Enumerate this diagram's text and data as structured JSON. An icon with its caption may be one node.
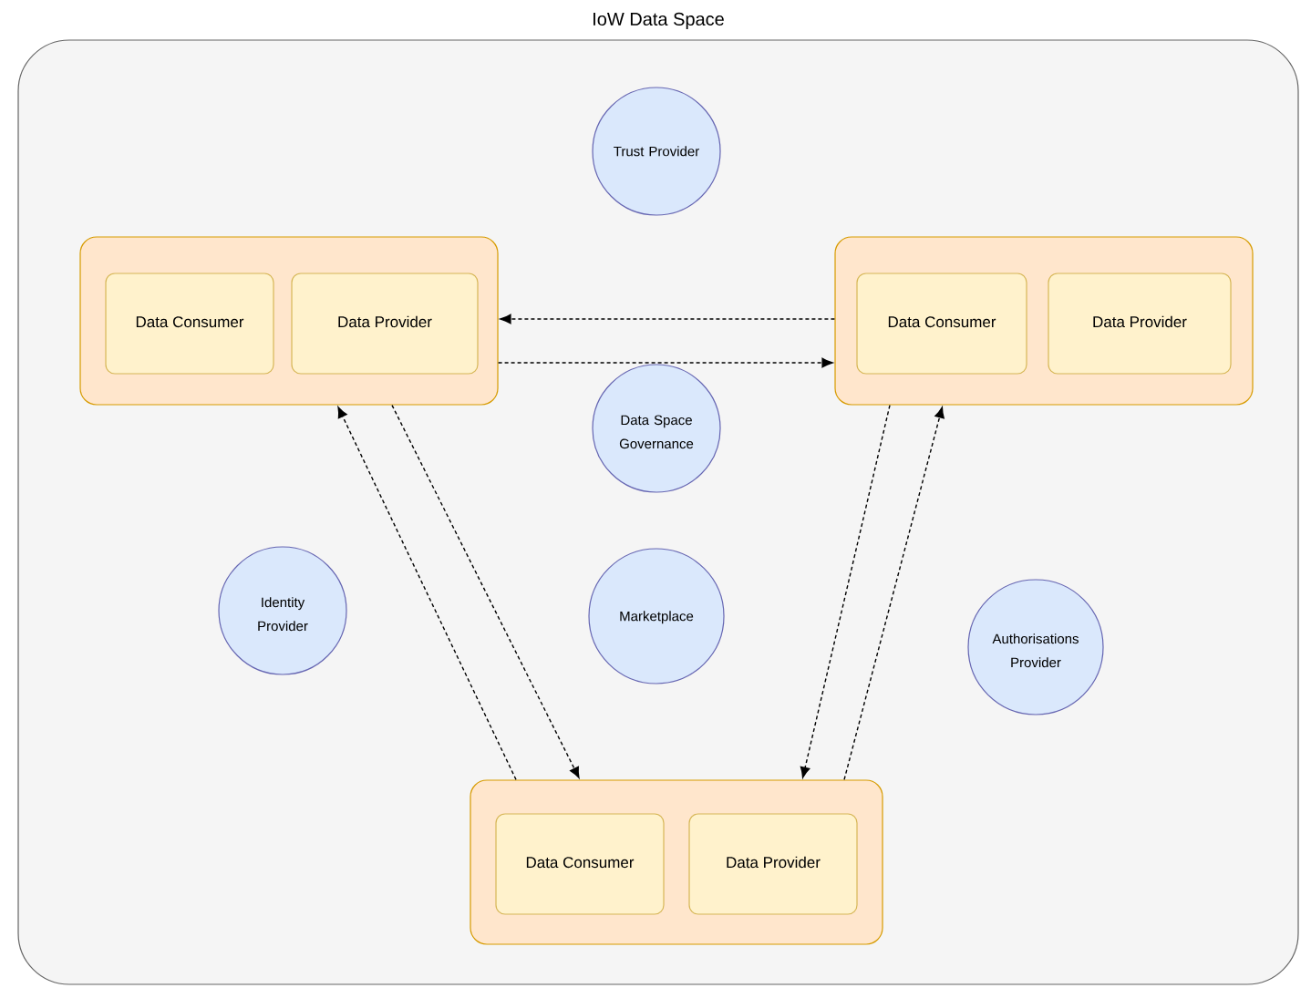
{
  "diagram": {
    "nodes": [
      {
        "text": [
          "IoW Data Space"
        ]
      },
      {
        "text": [
          "Trust Provider"
        ],
        "in": 0
      },
      {
        "text": [],
        "shape": "box",
        "in": 0
      },
      {
        "text": [
          "Data Consumer"
        ],
        "in": 2
      },
      {
        "text": [
          "Data Provider"
        ],
        "in": 2
      },
      {
        "text": [],
        "shape": "box",
        "in": 0
      },
      {
        "text": [
          "Data Consumer"
        ],
        "in": 5
      },
      {
        "text": [
          "Data Provider"
        ],
        "in": 5
      },
      {
        "text": [
          "Data Space Governance"
        ],
        "in": 0
      },
      {
        "text": [
          "Identity Provider"
        ],
        "in": 0
      },
      {
        "text": [
          "Marketplace"
        ],
        "in": 0
      },
      {
        "text": [
          "Authorisations Provider"
        ],
        "in": 0
      },
      {
        "text": [],
        "shape": "box",
        "in": 0
      },
      {
        "text": [
          "Data Consumer"
        ],
        "in": 12
      },
      {
        "text": [
          "Data Provider"
        ],
        "in": 12
      }
    ],
    "edges": [
      {
        "from": 2,
        "to": 5,
        "arrow": "to",
        "style": "dashed"
      },
      {
        "from": 5,
        "to": 2,
        "arrow": "to",
        "style": "dashed"
      },
      {
        "from": 12,
        "to": 2,
        "arrow": "to",
        "style": "dashed"
      },
      {
        "from": 2,
        "to": 12,
        "arrow": "to",
        "style": "dashed"
      },
      {
        "from": 5,
        "to": 12,
        "arrow": "to",
        "style": "dashed"
      },
      {
        "from": 12,
        "to": 5,
        "arrow": "to",
        "style": "dashed"
      }
    ]
  }
}
